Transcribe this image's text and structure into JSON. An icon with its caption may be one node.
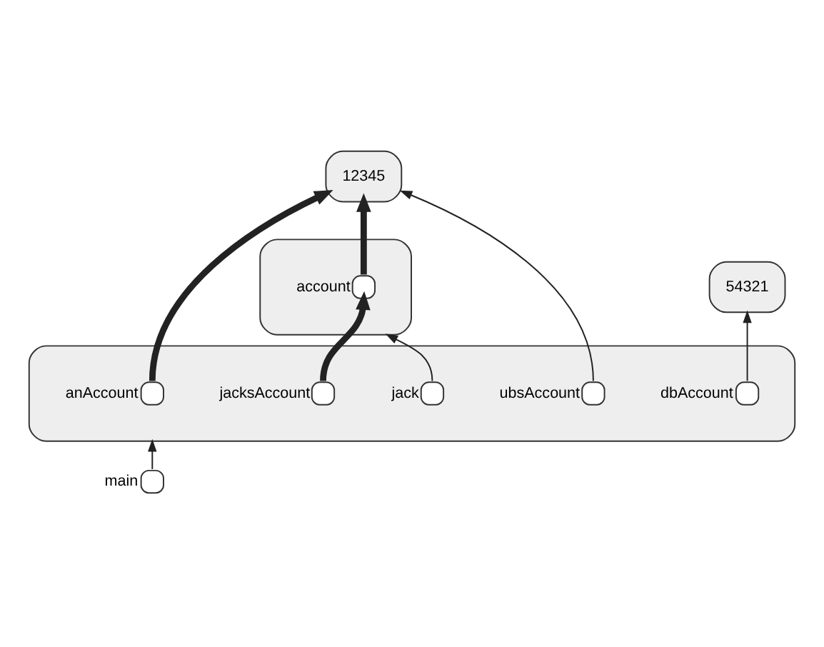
{
  "diagram": {
    "nodes": [
      {
        "text": [],
        "shape": "circle",
        "beside": [
          "main"
        ]
      },
      {
        "text": [],
        "shape": "box"
      },
      {
        "text": [],
        "shape": "circle",
        "beside": [
          "anAccount"
        ],
        "in": 1
      },
      {
        "text": [],
        "shape": "circle",
        "beside": [
          "jacksAccount"
        ],
        "in": 1
      },
      {
        "text": [],
        "shape": "circle",
        "beside": [
          "ubsAccount"
        ],
        "in": 1
      },
      {
        "text": [],
        "shape": "circle",
        "beside": [
          "jack"
        ],
        "in": 1
      },
      {
        "text": [],
        "shape": "circle",
        "beside": [
          "dbAccount"
        ],
        "in": 1
      },
      {
        "text": [],
        "shape": "box"
      },
      {
        "text": [],
        "shape": "circle",
        "beside": [
          "account"
        ],
        "in": 7
      },
      {
        "text": [
          "12345"
        ]
      },
      {
        "text": [
          "54321"
        ]
      }
    ],
    "edges": [
      {
        "from": 0,
        "to": 1,
        "arrow": "to"
      },
      {
        "from": 2,
        "to": 9,
        "arrow": "to",
        "style": "thick"
      },
      {
        "from": 3,
        "to": 8,
        "arrow": "to",
        "style": "thick"
      },
      {
        "from": 8,
        "to": 9,
        "arrow": "to",
        "style": "thick"
      },
      {
        "from": 5,
        "to": 7,
        "arrow": "to"
      },
      {
        "from": 4,
        "to": 9,
        "arrow": "to"
      },
      {
        "from": 6,
        "to": 10,
        "arrow": "to"
      }
    ]
  }
}
